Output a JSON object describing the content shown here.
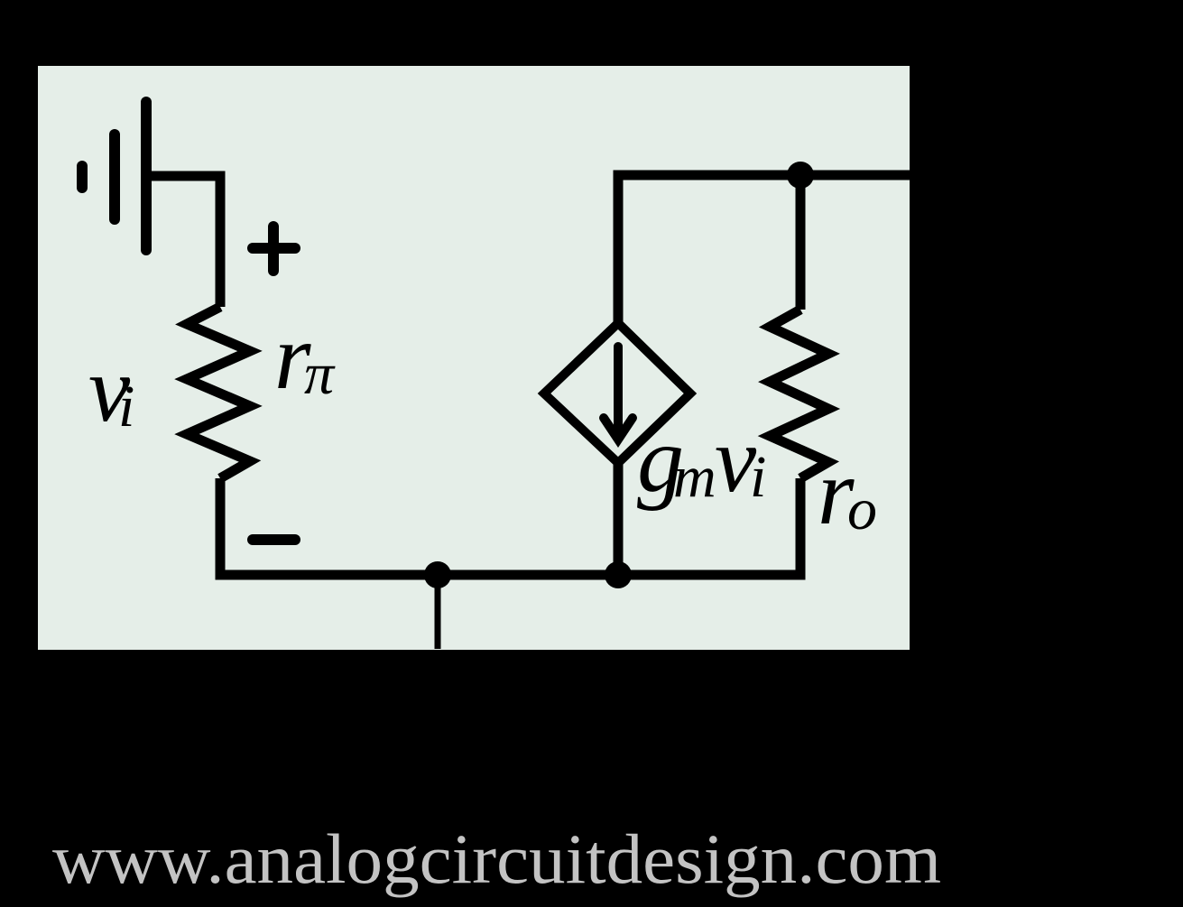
{
  "figure": {
    "panel_color": "#e5eee8",
    "line_color": "#000000",
    "watermark_color": "#c3c3c3"
  },
  "labels": {
    "polarity_plus": "+",
    "polarity_minus": "−",
    "input_voltage": {
      "main": "v",
      "sub": "i"
    },
    "input_resistance": {
      "main": "r",
      "sub": "π"
    },
    "controlled_source": {
      "g": "g",
      "g_sub": "m",
      "v": "v",
      "v_sub": "i"
    },
    "output_resistance": {
      "main": "r",
      "sub": "o"
    }
  },
  "watermark": {
    "text": "www.analogcircuitdesign.com"
  }
}
